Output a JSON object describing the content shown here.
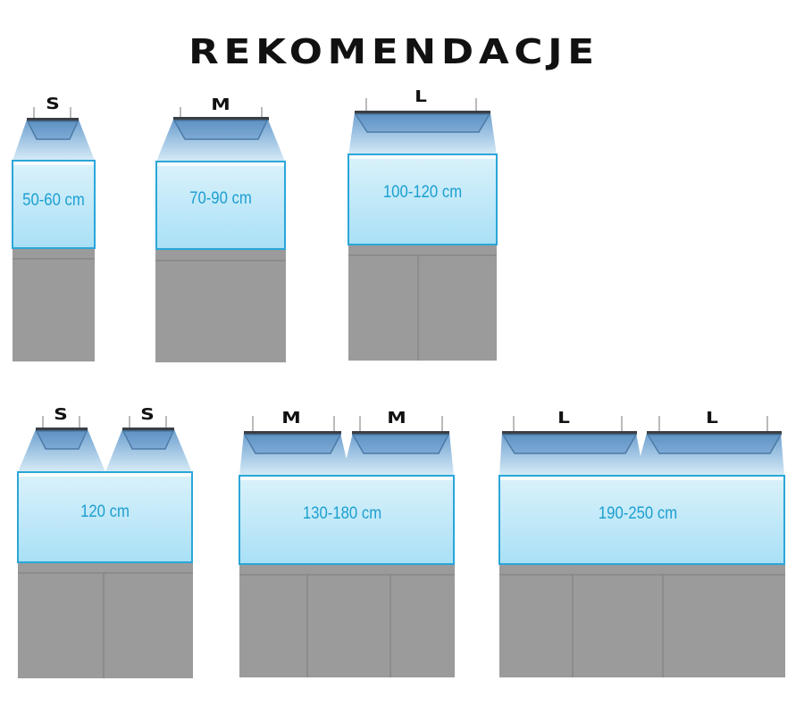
{
  "title": "REKOMENDACJE",
  "colors": {
    "water_top": "#d3f0fb",
    "water_bottom": "#aee2f7",
    "water_border": "#2aa6d8",
    "light_cone_top": "#7aa9d4",
    "light_cone_bottom": "#cfe6f5",
    "lamp_bar": "#3a3f45",
    "cabinet": "#9b9b9b",
    "cabinet_line": "#7c7c7c",
    "label_text": "#1c9fd0"
  },
  "aquariums": [
    {
      "id": "single-s",
      "lamps": [
        "S"
      ],
      "width_label": "50-60 cm",
      "cabinet_doors": 1
    },
    {
      "id": "single-m",
      "lamps": [
        "M"
      ],
      "width_label": "70-90 cm",
      "cabinet_doors": 1
    },
    {
      "id": "single-l",
      "lamps": [
        "L"
      ],
      "width_label": "100-120 cm",
      "cabinet_doors": 2
    },
    {
      "id": "double-s",
      "lamps": [
        "S",
        "S"
      ],
      "width_label": "120 cm",
      "cabinet_doors": 2
    },
    {
      "id": "double-m",
      "lamps": [
        "M",
        "M"
      ],
      "width_label": "130-180 cm",
      "cabinet_doors": 3
    },
    {
      "id": "double-l",
      "lamps": [
        "L",
        "L"
      ],
      "width_label": "190-250 cm",
      "cabinet_doors": 3
    }
  ]
}
